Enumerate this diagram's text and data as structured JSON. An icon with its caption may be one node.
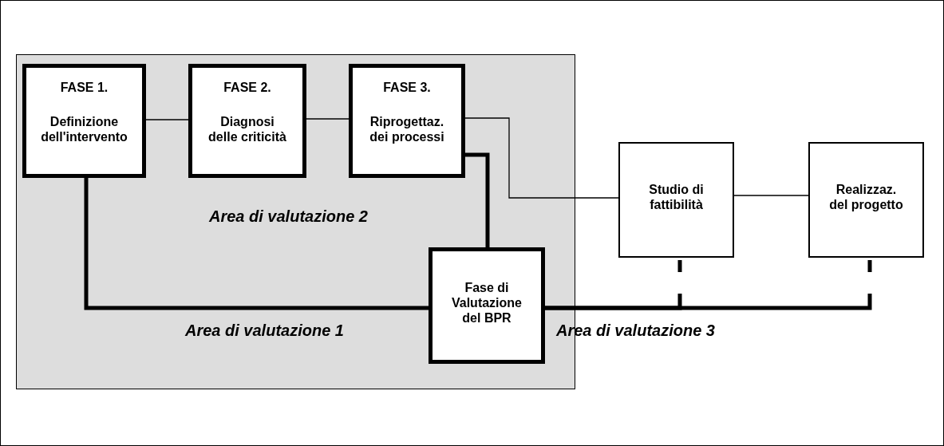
{
  "diagram": {
    "nodes": [
      {
        "text": [],
        "shape": "box"
      },
      {
        "text": [
          "FASE 1.",
          "Definizione dell'intervento"
        ],
        "in": 0
      },
      {
        "text": [
          "FASE 2.",
          "Diagnosi delle criticità"
        ],
        "in": 0
      },
      {
        "text": [
          "FASE 3.",
          "Riprogettaz. dei processi"
        ],
        "in": 0
      },
      {
        "text": [
          "Fase di Valutazione del BPR"
        ],
        "in": 0
      },
      {
        "text": [
          "Studio di fattibilità"
        ]
      },
      {
        "text": [
          "Realizzaz. del progetto"
        ]
      }
    ],
    "edges": [
      {
        "from": 1,
        "to": 2,
        "arrow": "none"
      },
      {
        "from": 2,
        "to": 3,
        "arrow": "none"
      },
      {
        "from": 3,
        "to": 5,
        "arrow": "none"
      },
      {
        "from": 5,
        "to": 6,
        "arrow": "none"
      },
      {
        "from": 1,
        "to": 4,
        "arrow": "none",
        "style": "thick"
      },
      {
        "from": 3,
        "to": 4,
        "arrow": "none",
        "style": "thick"
      },
      {
        "from": 4,
        "to": 5,
        "arrow": "none",
        "style": "dashed"
      },
      {
        "from": 4,
        "to": 6,
        "arrow": "none",
        "style": "dashed"
      }
    ],
    "labels": [
      "Area di valutazione 2",
      "Area di valutazione 1",
      "Area di valutazione 3"
    ]
  }
}
